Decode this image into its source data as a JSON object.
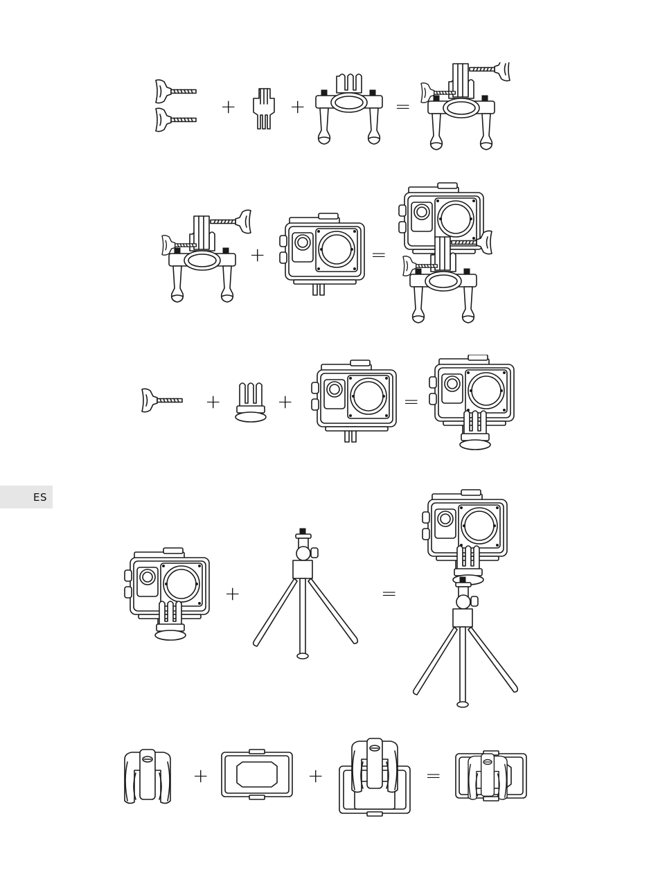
{
  "language_tab": "ES",
  "symbols": {
    "plus": "+",
    "equals": "="
  },
  "rows": [
    {
      "name": "bike-mount-assembly"
    },
    {
      "name": "camera-on-bike-mount"
    },
    {
      "name": "camera-on-flat-mount"
    },
    {
      "name": "camera-on-tripod"
    },
    {
      "name": "clip-mount-assembly"
    }
  ]
}
